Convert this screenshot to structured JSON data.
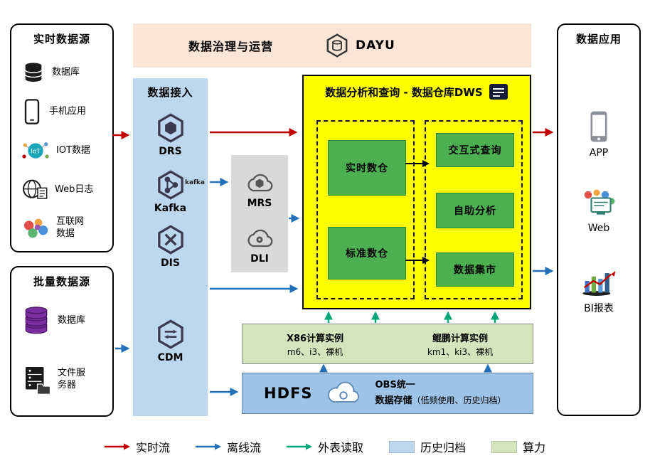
{
  "colors": {
    "realtime_red": "#C00000",
    "offline_blue": "#2170B8",
    "external_teal": "#00A878",
    "history_blue": "#BDD7EE",
    "compute_green": "#D6E4BC",
    "dws_yellow": "#FFFF00",
    "block_green": "#4CAF50",
    "governance_peach": "#FBE5D6",
    "ingestion_blue": "#BDD7EE",
    "gray_panel": "#D9D9D9",
    "hdfs_blue": "#9DC3E6"
  },
  "icons": {
    "database-icon": "dark cylinder",
    "mobile-icon": "phone outline",
    "iot-icon": "teal circle with colored nodes",
    "web-log-icon": "globe with page",
    "internet-data-icon": "colored bubbles cluster",
    "database-stack-icon": "purple stacked cylinders",
    "file-server-icon": "server rack with folder",
    "drs-icon": "hexagon with inner hexagon",
    "kafka-icon": "hexagon with kafka dots",
    "dis-icon": "hexagon with X",
    "cdm-icon": "hexagon with opposing arrows",
    "mrs-icon": "cloud with hexagon",
    "dli-icon": "cloud with lens",
    "dayu-icon": "hexagon with cylinder",
    "dws-doc-icon": "dark square with white lines",
    "obs-cloud-icon": "white cloud with circle",
    "app-phone-icon": "gray smartphone",
    "web-app-icon": "monitor with colored bubbles",
    "bi-report-icon": "bar chart with trend arrow"
  },
  "realtime_sources": {
    "title": "实时数据源",
    "items": [
      {
        "label": "数据库"
      },
      {
        "label": "手机应用"
      },
      {
        "label": "IOT数据",
        "icon_text": "IoT"
      },
      {
        "label": "Web日志"
      },
      {
        "label": "互联网数据"
      }
    ]
  },
  "batch_sources": {
    "title": "批量数据源",
    "items": [
      {
        "label": "数据库"
      },
      {
        "label": "文件服务器"
      }
    ]
  },
  "governance": {
    "title": "数据治理与运营",
    "brand": "DAYU"
  },
  "ingestion": {
    "title": "数据接入",
    "items": [
      {
        "label": "DRS"
      },
      {
        "label": "Kafka",
        "mini_logo": "kafka"
      },
      {
        "label": "DIS"
      },
      {
        "label": "CDM"
      }
    ]
  },
  "middleware": {
    "items": [
      {
        "label": "MRS"
      },
      {
        "label": "DLI"
      }
    ]
  },
  "dws": {
    "title": "数据分析和查询 - 数据仓库DWS",
    "left_blocks": [
      "实时数仓",
      "标准数仓"
    ],
    "right_blocks": [
      "交互式查询",
      "自助分析",
      "数据集市"
    ]
  },
  "compute": {
    "x86": {
      "title": "X86计算实例",
      "sub": "m6、i3、裸机"
    },
    "kunpeng": {
      "title": "鲲鹏计算实例",
      "sub": "km1、ki3、裸机"
    }
  },
  "storage": {
    "hdfs": "HDFS",
    "obs_line1": "OBS统一",
    "obs_line2": "数据存储",
    "obs_note": "（低频使用、历史归档）"
  },
  "applications": {
    "title": "数据应用",
    "items": [
      {
        "label": "APP"
      },
      {
        "label": "Web"
      },
      {
        "label": "BI报表"
      }
    ]
  },
  "legend": {
    "realtime": "实时流",
    "offline": "离线流",
    "external": "外表读取",
    "history": "历史归档",
    "compute": "算力"
  }
}
